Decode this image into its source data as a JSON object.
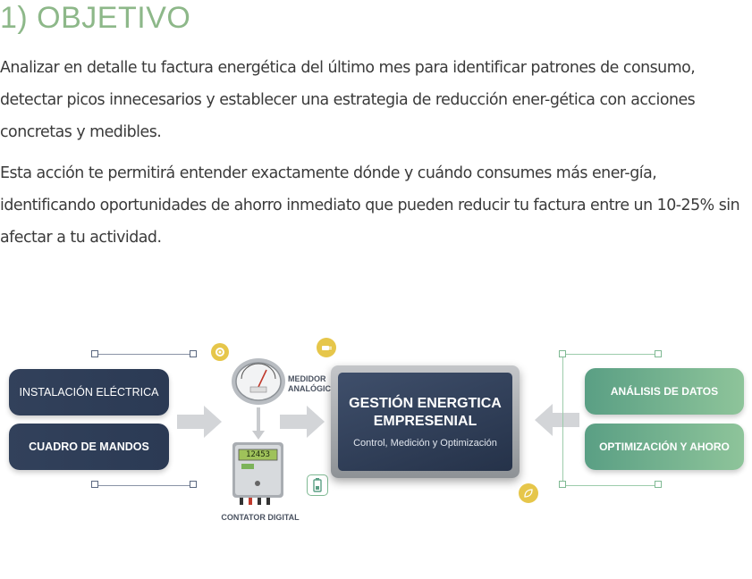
{
  "heading": "1) OBJETIVO",
  "paragraphs": [
    "Analizar en detalle tu factura energética del último mes para identificar patrones de consumo, detectar picos innecesarios y establecer una estrategia de reducción ener-gética con acciones concretas y medibles.",
    "Esta acción te permitirá entender exactamente dónde y cuándo consumes más ener-gía, identificando oportunidades de ahorro inmediato que pueden reducir tu factura entre un 10-25% sin afectar a tu actividad."
  ],
  "diagram": {
    "left_boxes": [
      "INSTALACIÓN ELÉCTRICA",
      "CUADRO DE MANDOS"
    ],
    "meter_label_line1": "MEDIDOR",
    "meter_label_line2": "ANALÓGICO",
    "digital_label": "CONTATOR DIGITAL",
    "digital_reading": "12453",
    "central_title_line1": "GESTIÓN ENERGTICA",
    "central_title_line2": "EMPRESENIAL",
    "central_subtitle": "Control, Medición y Optimización",
    "right_boxes": [
      "ANÁLISIS DE DATOS",
      "OPTIMIZACIÓN Y AHORO"
    ],
    "icons": [
      "gear-icon",
      "plug-icon",
      "battery-icon",
      "leaf-icon"
    ],
    "colors": {
      "heading": "#8db889",
      "dark_box": "#2f3e58",
      "green_box": "#7bb58f",
      "arrow": "#d3d5d8",
      "icon_yellow": "#e6c64a"
    }
  }
}
